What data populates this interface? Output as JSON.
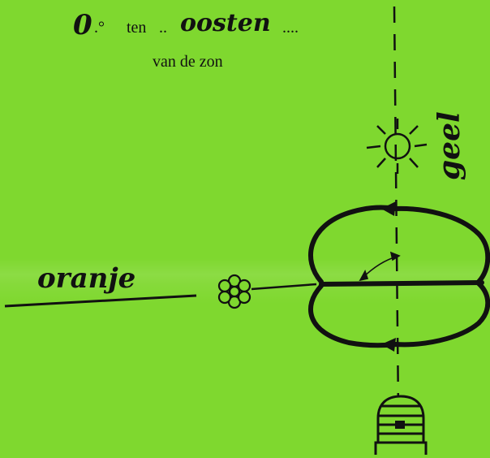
{
  "header": {
    "degree_value": "0",
    "degree_sign": ".°",
    "ten_label": "ten",
    "dots_before": "..",
    "direction_handwritten": "oosten",
    "dots_after": "....",
    "subtitle": "van de zon"
  },
  "labels": {
    "left_color": "oranje",
    "right_color": "geel"
  },
  "icons": {
    "sun": "sun-icon",
    "flower": "flower-icon",
    "hive": "beehive-icon",
    "dance": "waggle-dance-figure"
  },
  "colors": {
    "background": "#7fd82f",
    "ink": "#111111"
  }
}
